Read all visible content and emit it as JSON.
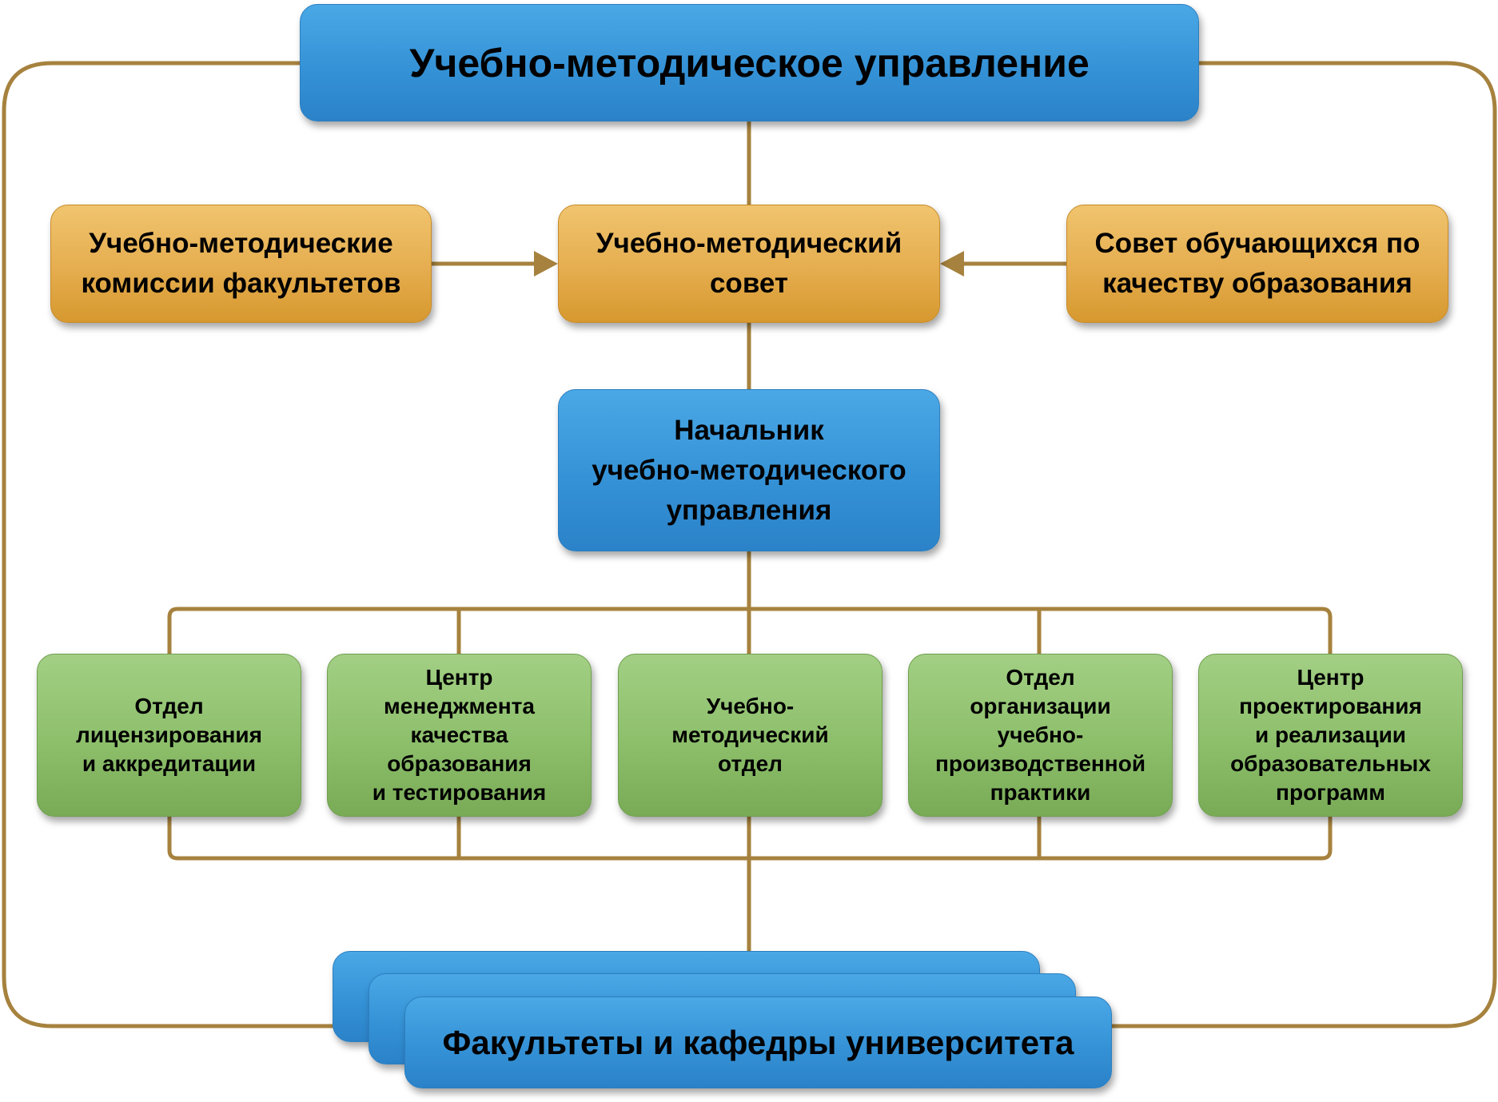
{
  "top": {
    "title": "Учебно-методическое управление"
  },
  "row2": {
    "left": "Учебно-методические\nкомиссии факультетов",
    "center": "Учебно-методический\nсовет",
    "right": "Совет обучающихся по\nкачеству образования"
  },
  "head": {
    "label": "Начальник\nучебно-методического\nуправления"
  },
  "departments": [
    "Отдел\nлицензирования\nи аккредитации",
    "Центр\nменеджмента\nкачества\nобразования\nи тестирования",
    "Учебно-\nметодический\nотдел",
    "Отдел\nорганизации\nучебно-\nпроизводственной\nпрактики",
    "Центр\nпроектирования\nи реализации\nобразовательных\nпрограмм"
  ],
  "bottom": {
    "label": "Факультеты и кафедры университета"
  },
  "colors": {
    "line": "#a6823e",
    "blue": "#3592d6",
    "orange": "#e5ad4f",
    "green": "#8dbf6b"
  }
}
